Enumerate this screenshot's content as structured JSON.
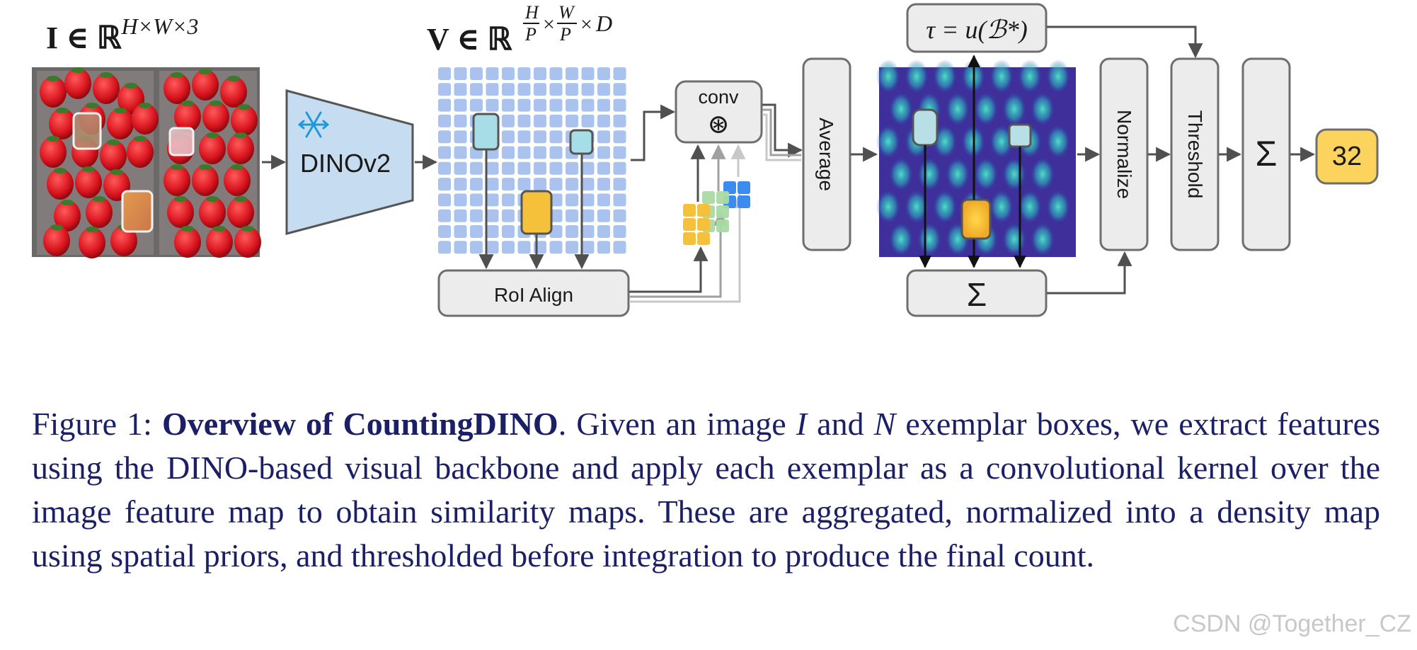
{
  "diagram": {
    "input_math": "I ∈ ℝ",
    "input_exponent": "H×W×3",
    "backbone_label": "DINOv2",
    "backbone_icon": "snowflake-icon",
    "features_math": "V ∈ ℝ",
    "features_exp_h": "H",
    "features_exp_p": "P",
    "features_exp_w": "W",
    "features_exp_d": "D",
    "roi_label": "RoI Align",
    "conv_label": "conv",
    "conv_symbol": "⊛",
    "average_label": "Average",
    "tau_label": "τ = u(ℬ*)",
    "sum_symbol": "Σ",
    "normalize_label": "Normalize",
    "threshold_label": "Threshold",
    "final_sum_symbol": "Σ",
    "count_value": "32",
    "colors": {
      "grid_cell": "#a9c3ee",
      "exemplar_cyan": "#a6dde6",
      "exemplar_yellow": "#f6c13a",
      "box_fill": "#ececec",
      "count_fill": "#fbd35d"
    }
  },
  "caption": {
    "prefix": "Figure 1: ",
    "title": "Overview of CountingDINO",
    "part1": ". Given an image ",
    "var_i": "I",
    "part2": " and ",
    "var_n": "N",
    "part3": " exemplar boxes, we extract features using the DINO-based visual backbone and apply each exemplar as a convolutional kernel over the image feature map to obtain similarity maps. These are aggregated, normalized into a density map using spatial priors, and thresholded before integration to produce the final count."
  },
  "watermark": "CSDN @Together_CZ"
}
